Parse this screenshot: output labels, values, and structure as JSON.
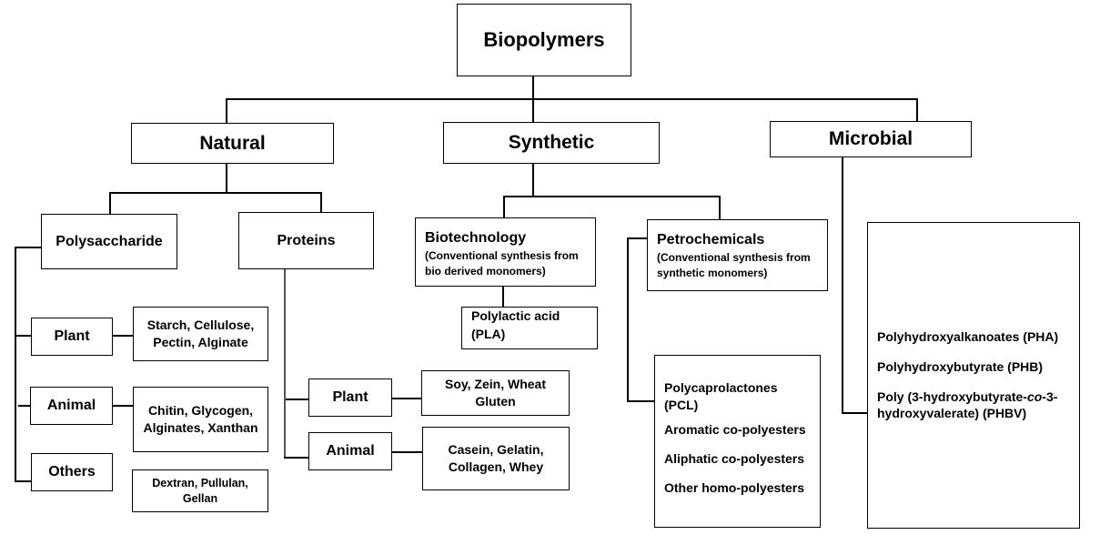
{
  "root": {
    "label": "Biopolymers"
  },
  "level1": {
    "natural": "Natural",
    "synthetic": "Synthetic",
    "microbial": "Microbial"
  },
  "natural": {
    "polysaccharide": {
      "label": "Polysaccharide",
      "plant": {
        "label": "Plant",
        "examples": "Starch, Cellulose, Pectin, Alginate"
      },
      "animal": {
        "label": "Animal",
        "examples": "Chitin, Glycogen, Alginates, Xanthan"
      },
      "others": {
        "label": "Others",
        "examples": "Dextran, Pullulan, Gellan"
      }
    },
    "proteins": {
      "label": "Proteins",
      "plant": {
        "label": "Plant",
        "examples": "Soy, Zein, Wheat Gluten"
      },
      "animal": {
        "label": "Animal",
        "examples": "Casein, Gelatin, Collagen, Whey"
      }
    }
  },
  "synthetic": {
    "biotechnology": {
      "label": "Biotechnology",
      "note": "(Conventional synthesis from bio derived monomers)",
      "examples": [
        "Polylactic acid",
        "(PLA)"
      ]
    },
    "petrochemicals": {
      "label": "Petrochemicals",
      "note": "(Conventional synthesis from synthetic monomers)",
      "examples": [
        "Polycaprolactones (PCL)",
        "Aromatic co-polyesters",
        "Aliphatic co-polyesters",
        "Other homo-polyesters"
      ]
    }
  },
  "microbial": {
    "examples": [
      "Polyhydroxyalkanoates (PHA)",
      "Polyhydroxybutyrate (PHB)",
      "Poly (3-hydroxybutyrate-",
      "co",
      "-3-hydroxyvalerate) (PHBV)"
    ]
  }
}
